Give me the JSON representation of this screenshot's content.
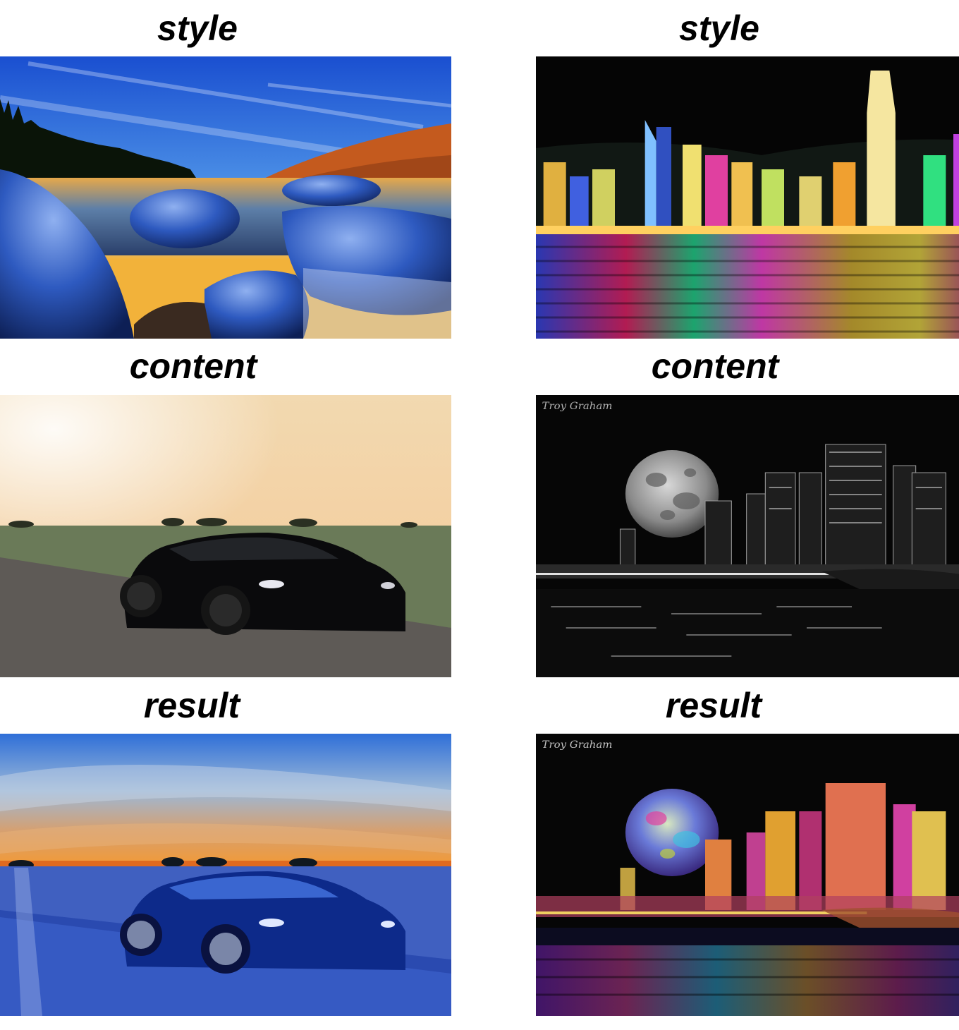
{
  "labels": {
    "left_style": "style",
    "left_content": "content",
    "left_result": "result",
    "right_style": "style",
    "right_content": "content",
    "right_result": "result"
  },
  "watermark": "Troy Graham"
}
